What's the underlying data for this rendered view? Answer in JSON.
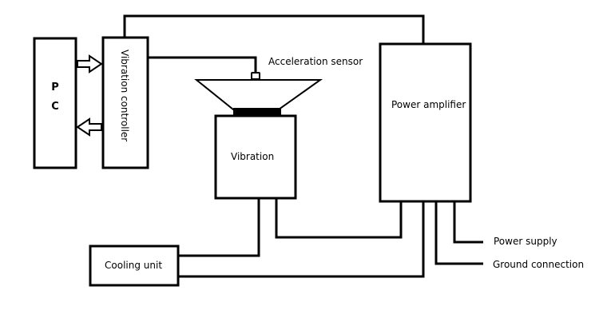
{
  "labels": {
    "pc_line1": "P",
    "pc_line2": "C",
    "vibration_controller": "Vibration controller",
    "acceleration_sensor": "Acceleration sensor",
    "vibration": "Vibration",
    "power_amplifier": "Power amplifier",
    "cooling_unit": "Cooling unit",
    "power_supply": "Power supply",
    "ground_connection": "Ground connection"
  }
}
